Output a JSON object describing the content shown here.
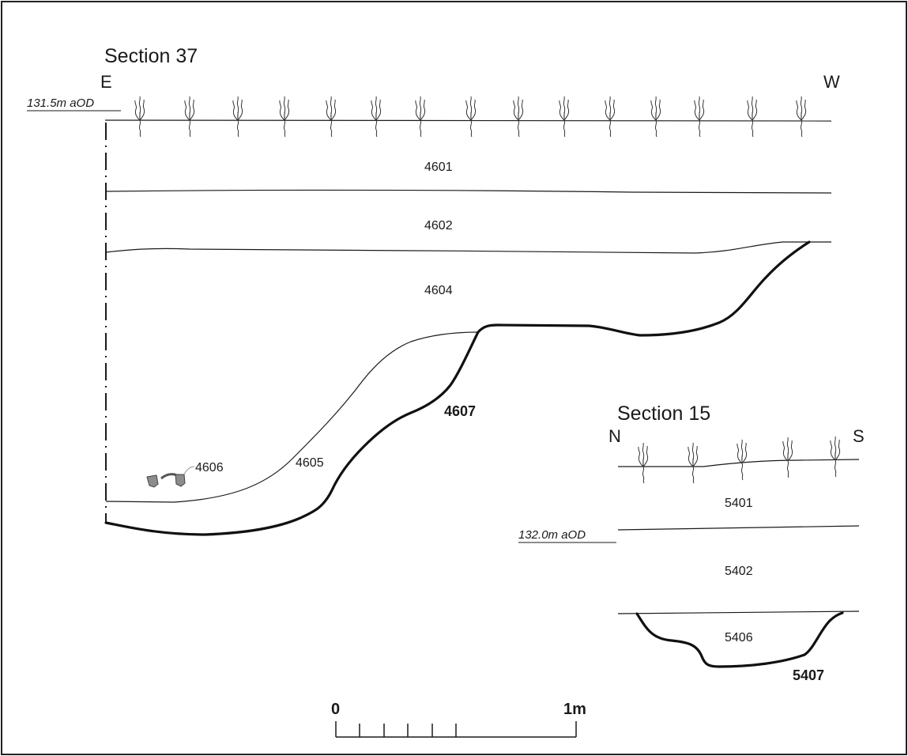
{
  "section_37": {
    "title": "Section 37",
    "dir_left": "E",
    "dir_right": "W",
    "datum": "131.5m aOD",
    "contexts": {
      "c4601": "4601",
      "c4602": "4602",
      "c4604": "4604",
      "c4605": "4605",
      "c4606": "4606"
    },
    "cut": "4607"
  },
  "section_15": {
    "title": "Section 15",
    "dir_left": "N",
    "dir_right": "S",
    "datum": "132.0m aOD",
    "contexts": {
      "c5401": "5401",
      "c5402": "5402",
      "c5406": "5406"
    },
    "cut": "5407"
  },
  "scale_bar": {
    "start_label": "0",
    "end_label": "1m"
  },
  "colors": {
    "line": "#1a1a1a",
    "find_fill": "#8c8c8c"
  },
  "icons": [
    "vegetation-symbol",
    "find-4606-icon"
  ]
}
